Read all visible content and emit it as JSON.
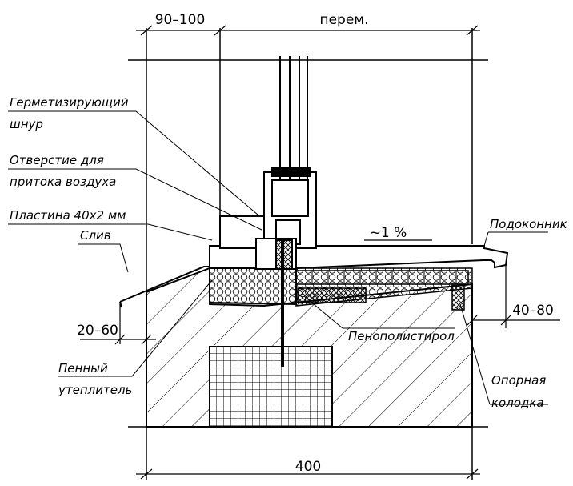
{
  "dimensions": {
    "top_left": "90–100",
    "top_right": "перем.",
    "left_mid": "20–60",
    "right_mid": "40–80",
    "bottom": "400",
    "slope": "~1 %"
  },
  "labels": {
    "sealing_cord_1": "Герметизирующий",
    "sealing_cord_2": "шнур",
    "air_hole_1": "Отверстие для",
    "air_hole_2": "притока воздуха",
    "plate": "Пластина 40х2 мм",
    "sill_drip": "Слив",
    "foam_insul_1": "Пенный",
    "foam_insul_2": "утеплитель",
    "windowsill": "Подоконник",
    "polystyrene": "Пенополистирол",
    "support_block_1": "Опорная",
    "support_block_2": "колодка"
  }
}
